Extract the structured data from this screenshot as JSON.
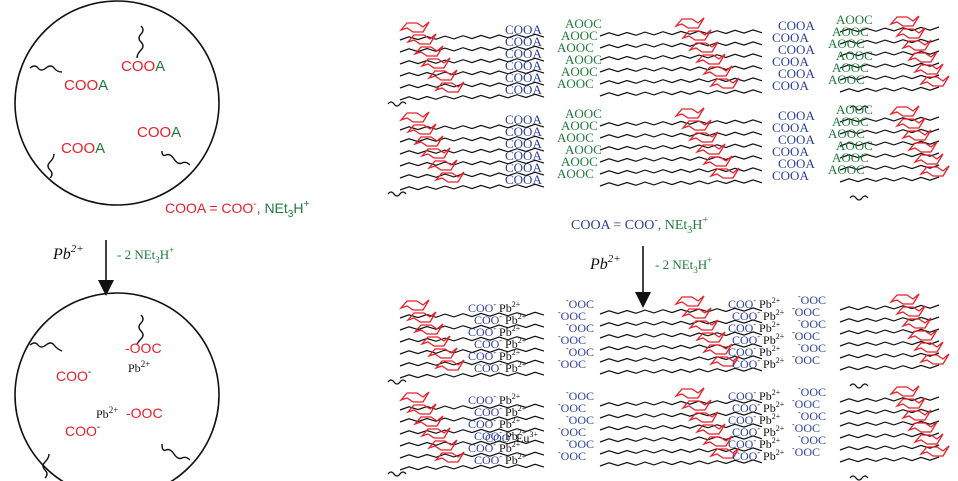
{
  "colors": {
    "red": "#e8202a",
    "green": "#1f7a3a",
    "blue": "#2b3fa0",
    "black": "#111111"
  },
  "left_panel": {
    "top_circle_labels": [
      "COO",
      "A",
      "COO",
      "A",
      "COO",
      "A",
      "COO",
      "A"
    ],
    "definition": {
      "coo": "COOA = COO",
      "minus": "-",
      "sep": ", ",
      "net": "NEt",
      "sub3": "3",
      "h": "H",
      "plus": "+"
    },
    "arrow_left": {
      "pb": "Pb",
      "charge": "2+"
    },
    "arrow_right": {
      "text": "- 2 NEt",
      "sub3": "3",
      "h": "H",
      "plus": "+"
    },
    "bottom_circle_labels": {
      "ooc1": "-OOC",
      "coo1": "COO",
      "coo1_sup": "-",
      "pb1": "Pb",
      "pb1_sup": "2+",
      "pb2": "Pb",
      "pb2_sup": "2+",
      "ooc2": "-OOC",
      "coo2": "COO",
      "coo2_sup": "-"
    }
  },
  "right_panel": {
    "top_tags": {
      "coo_a": "COOA",
      "aooc": "AOOC"
    },
    "definition": {
      "coo": "COOA = COO",
      "minus": "-",
      "sep": ", NEt",
      "sub3": "3",
      "h": "H",
      "plus": "+"
    },
    "arrow_left": {
      "pb": "Pb",
      "charge": "2+"
    },
    "arrow_right": {
      "text": "- 2 NEt",
      "sub3": "3",
      "h": "H",
      "plus": "+"
    },
    "bottom_tags": {
      "coo": "COO",
      "coo_sup": "-",
      "pb": "Pb",
      "pb_sup": "2+",
      "ooc": "OOC",
      "ooc_sup": "-",
      "eu": "Eu",
      "eu_sup": "3+"
    }
  }
}
